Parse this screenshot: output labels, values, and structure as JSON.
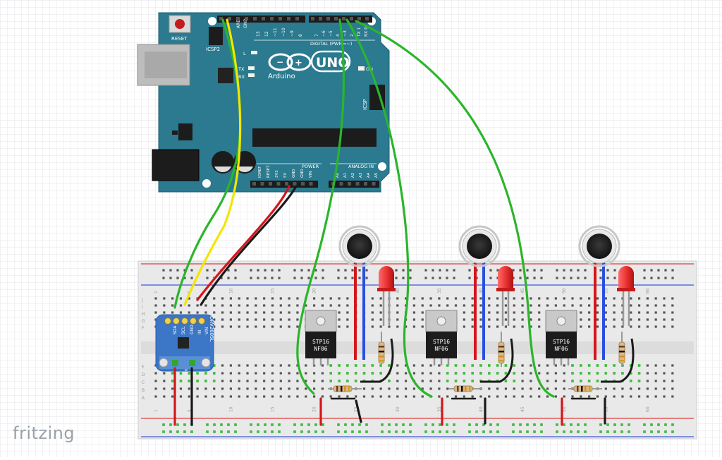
{
  "app": {
    "logo_text": "fritzing"
  },
  "arduino": {
    "reset_label": "RESET",
    "icsp2_label": "ICSP2",
    "aref_label": "AREF",
    "gnd_label": "GND",
    "top_pins": [
      "13",
      "12",
      "~11",
      "~10",
      "~9",
      "8",
      "7",
      "~6",
      "~5",
      "4",
      "~3",
      "2",
      "TX 1",
      "RX 0"
    ],
    "digital_label": "DIGITAL (PWM=~)",
    "led_l": "L",
    "led_tx": "TX",
    "led_rx": "RX",
    "on_label": "ON",
    "logo_uno": "UNO",
    "logo_brand": "Arduino",
    "icsp_label": "ICSP",
    "power_pins": [
      "IOREF",
      "RESET",
      "3V3",
      "5V",
      "GND",
      "GND",
      "VIN"
    ],
    "power_label": "POWER",
    "analog_pins": [
      "A0",
      "A1",
      "A2",
      "A3",
      "A4",
      "A5"
    ],
    "analog_label": "ANALOG IN"
  },
  "breadboard": {
    "row_letters_top": [
      "J",
      "I",
      "H",
      "G",
      "F"
    ],
    "row_letters_bottom": [
      "E",
      "D",
      "C",
      "B",
      "A"
    ],
    "column_numbers": [
      "1",
      "5",
      "10",
      "15",
      "20",
      "25",
      "30",
      "35",
      "40",
      "45",
      "50",
      "55",
      "60"
    ]
  },
  "driver": {
    "name": "DRV2605L",
    "pins": [
      "IN",
      "SCL",
      "SDA",
      "VIN",
      "GND"
    ],
    "motor_label": "Motor"
  },
  "mosfets": [
    {
      "line1": "STP16",
      "line2": "NF06"
    },
    {
      "line1": "STP16",
      "line2": "NF06"
    },
    {
      "line1": "STP16",
      "line2": "NF06"
    }
  ],
  "colors": {
    "arduino_teal": "#2b7a8f",
    "wire_green": "#2bb52b",
    "wire_yellow": "#f2e600",
    "wire_red": "#d4161b",
    "wire_black": "#1a1a1a",
    "wire_blue": "#2a4fe0",
    "led_red": "#e52a2a",
    "driver_blue": "#3b76c7",
    "rail_red": "#e35a5a",
    "rail_blue": "#5a6fd8"
  }
}
